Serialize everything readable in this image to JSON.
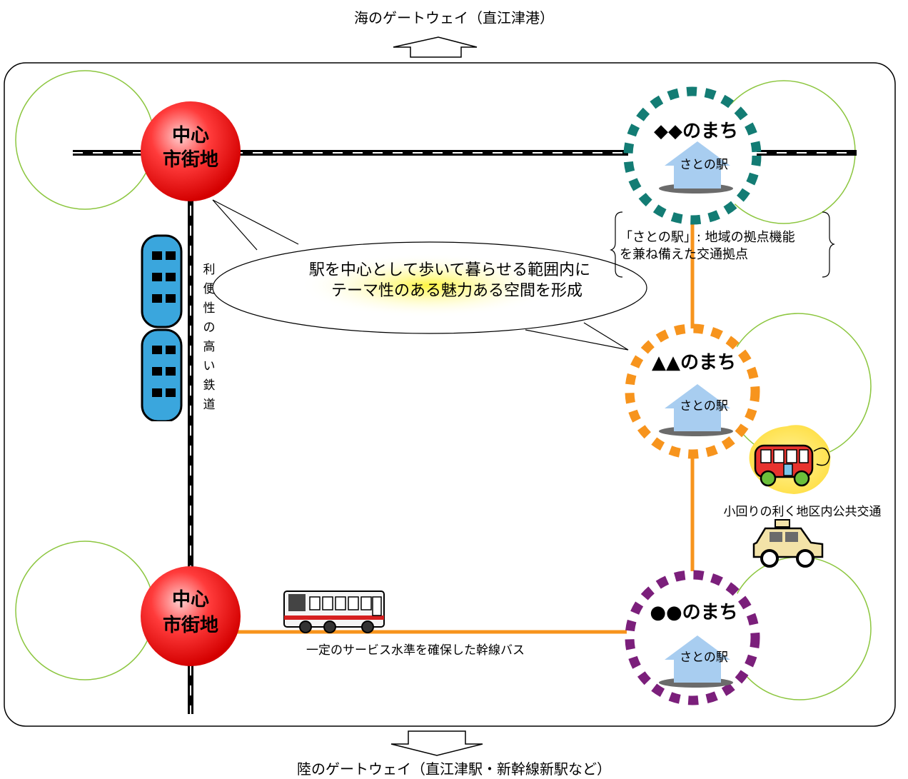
{
  "gateways": {
    "sea": "海のゲートウェイ（直江津港）",
    "land": "陸のゲートウェイ（直江津駅・新幹線新駅など）"
  },
  "centers": {
    "top_line1": "中心",
    "top_line2": "市街地",
    "bottom_line1": "中心",
    "bottom_line2": "市街地"
  },
  "towns": [
    {
      "name": "◆◆のまち",
      "station": "さとの駅",
      "ring_color": "#137c74"
    },
    {
      "name": "▲▲のまち",
      "station": "さとの駅",
      "ring_color": "#f7941d"
    },
    {
      "name": "●●のまち",
      "station": "さとの駅",
      "ring_color": "#7b1f7b"
    }
  ],
  "speech": {
    "line1": "駅を中心として歩いて暮らせる範囲内に",
    "line2": "テーマ性のある魅力ある空間を形成"
  },
  "station_note": {
    "line1": "「さとの駅」: 地域の拠点機能",
    "line2": "を兼ね備えた交通拠点"
  },
  "railway_label": [
    "利",
    "便",
    "性",
    "の",
    "高",
    "い",
    "鉄",
    "道"
  ],
  "bus_label": "一定のサービス水準を確保した幹線バス",
  "local_transit_label": "小回りの利く地区内公共交通",
  "colors": {
    "center_red": "#e60012",
    "trunk_orange": "#f7941d",
    "catchment_green": "#8cc63f",
    "house_blue": "#a8cdf0",
    "train_blue": "#3aa6dd"
  }
}
